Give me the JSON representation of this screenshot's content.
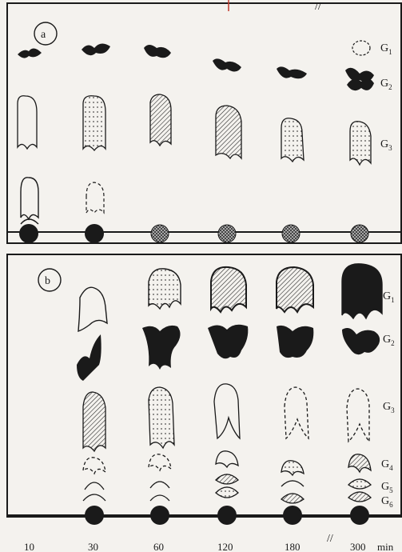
{
  "panels": [
    {
      "label": "a",
      "legend": [
        {
          "name": "G",
          "sub": "1",
          "style": "dashed"
        },
        {
          "name": "G",
          "sub": "2",
          "style": "black"
        },
        {
          "name": "G",
          "sub": "3",
          "style": "dotted"
        }
      ]
    },
    {
      "label": "b",
      "legend": [
        {
          "name": "G",
          "sub": "1",
          "style": "hatched"
        },
        {
          "name": "G",
          "sub": "2",
          "style": "black"
        },
        {
          "name": "G",
          "sub": "3",
          "style": "mixed"
        },
        {
          "name": "G",
          "sub": "4",
          "style": "hatched"
        },
        {
          "name": "G",
          "sub": "5",
          "style": "open"
        },
        {
          "name": "G",
          "sub": "6",
          "style": "dotted"
        }
      ]
    }
  ],
  "x_axis": {
    "ticks": [
      "10",
      "30",
      "60",
      "120",
      "180",
      "300"
    ],
    "unit": "min",
    "break_mark": "//"
  },
  "colors": {
    "ink": "#1a1a1a",
    "paper": "#f4f2ee",
    "accent": "#c0392b"
  }
}
